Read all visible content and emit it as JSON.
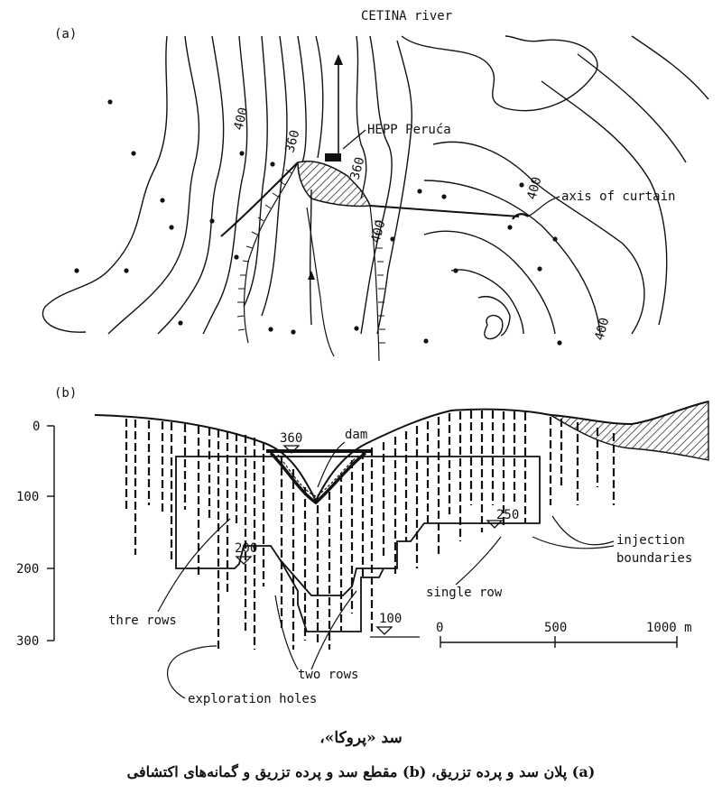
{
  "panel_a": {
    "label": "(a)",
    "river_label": "CETINA river",
    "hepp_label": "HEPP Peruća",
    "curtain_label": "axis of curtain",
    "contours": [
      "400",
      "360",
      "360",
      "400",
      "400",
      "400"
    ]
  },
  "panel_b": {
    "label": "(b)",
    "dam_label": "dam",
    "elevations": [
      "360",
      "250",
      "200",
      "100"
    ],
    "depth_ticks": [
      "0",
      "100",
      "200",
      "300"
    ],
    "scale_ticks": [
      "0",
      "500",
      "1000 m"
    ],
    "labels": {
      "injection_1": "injection",
      "injection_2": "boundaries",
      "single_row": "single row",
      "three_rows": "thre rows",
      "two_rows": "two rows",
      "exploration": "exploration holes"
    }
  },
  "caption": {
    "title": "سد «پروکا»،",
    "description": "(a) پلان سد و پرده تزریق، (b) مقطع سد و پرده تزریق و گمانه‌های اکتشافی"
  }
}
